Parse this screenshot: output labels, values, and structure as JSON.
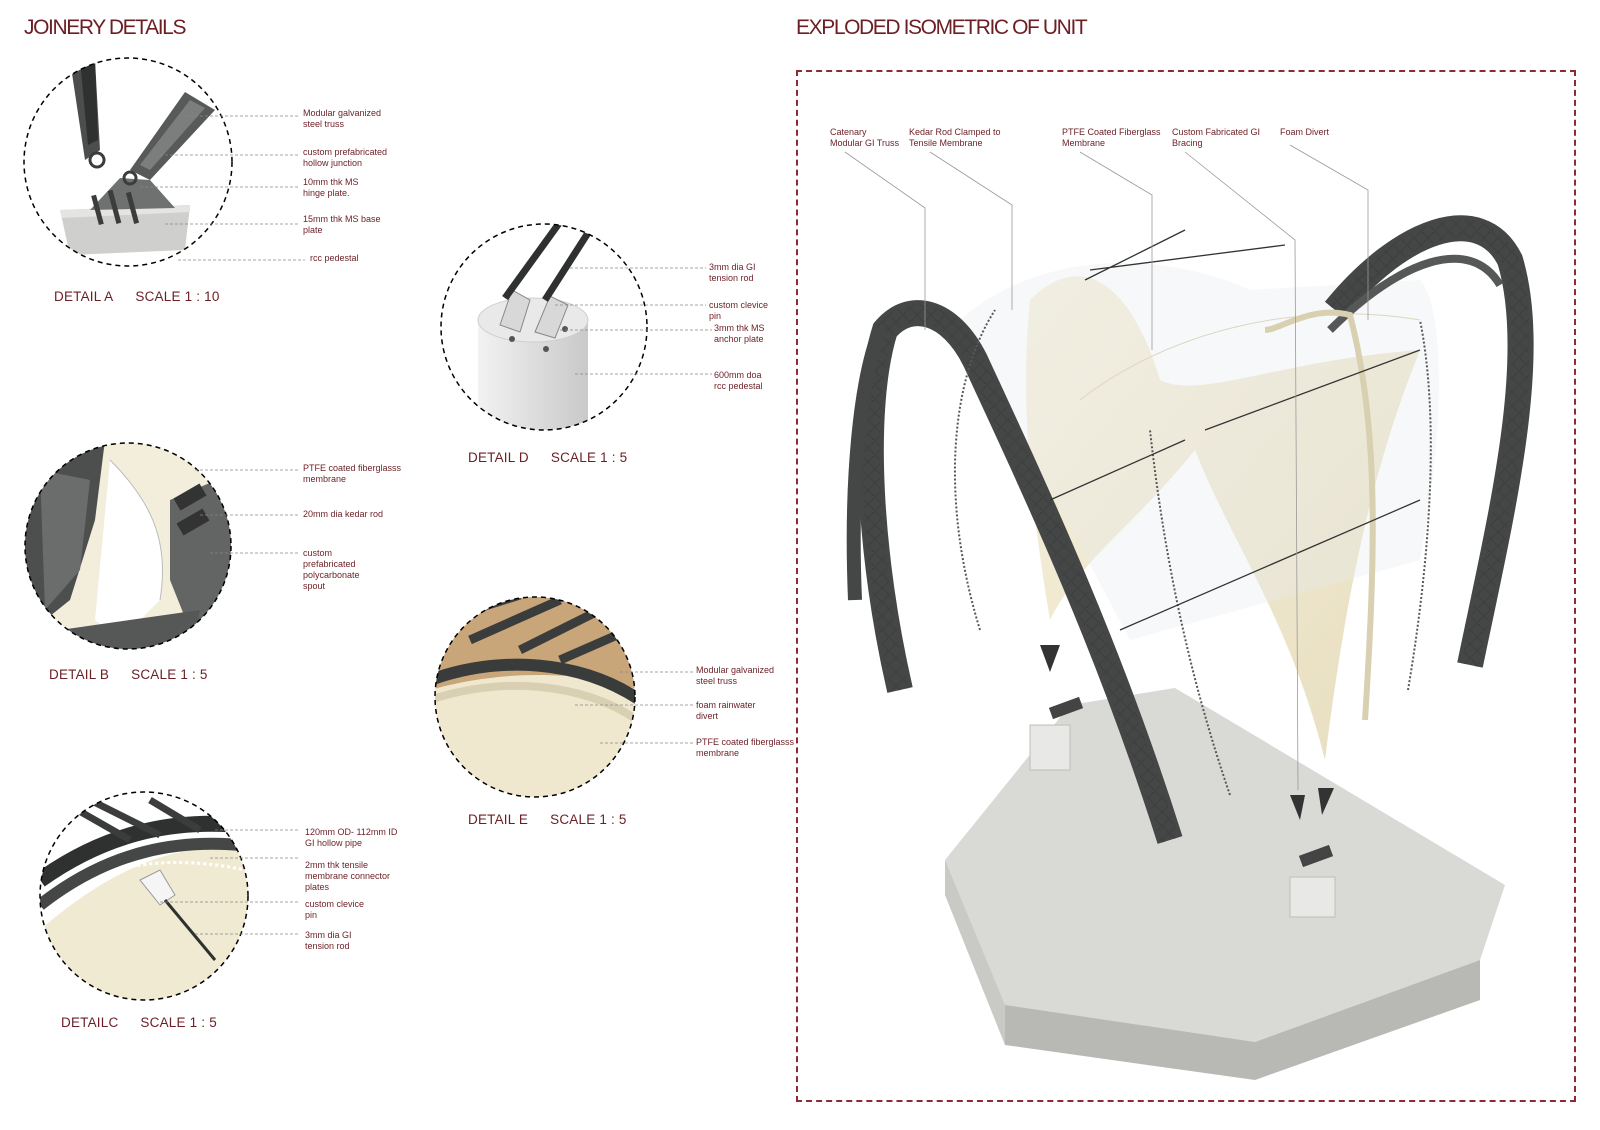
{
  "sheet": {
    "left_title": "JOINERY DETAILS",
    "right_title": "EXPLODED ISOMETRIC OF UNIT"
  },
  "details": [
    {
      "id": "A",
      "name": "DETAIL A",
      "scale": "SCALE 1 : 10",
      "labels": [
        "Modular galvanized\nsteel truss",
        "custom prefabricated\nhollow junction",
        "10mm thk MS\nhinge plate.",
        "15mm thk MS base\nplate",
        "rcc pedestal"
      ]
    },
    {
      "id": "B",
      "name": "DETAIL B",
      "scale": "SCALE 1 : 5",
      "labels": [
        "PTFE coated fiberglasss\nmembrane",
        "20mm dia kedar rod",
        "custom\nprefabricated\npolycarbonate\nspout"
      ]
    },
    {
      "id": "C",
      "name": "DETAILC",
      "scale": "SCALE 1 : 5",
      "labels": [
        "120mm OD- 112mm ID\nGI hollow pipe",
        "2mm thk tensile\nmembrane connector\nplates",
        "custom clevice\npin",
        "3mm dia GI\ntension rod"
      ]
    },
    {
      "id": "D",
      "name": "DETAIL D",
      "scale": "SCALE 1 : 5",
      "labels": [
        "3mm dia GI\ntension rod",
        "custom clevice\npin",
        "3mm thk MS\nanchor plate",
        "600mm doa\nrcc pedestal"
      ]
    },
    {
      "id": "E",
      "name": "DETAIL E",
      "scale": "SCALE 1 : 5",
      "labels": [
        "Modular galvanized\nsteel truss",
        "foam rainwater\ndivert",
        "PTFE coated fiberglasss\nmembrane"
      ]
    }
  ],
  "isometric": {
    "labels": [
      "Catenary\nModular GI Truss",
      "Kedar Rod Clamped to\nTensile Membrane",
      "PTFE Coated Fiberglass\nMembrane",
      "Custom Fabricated GI\nBracing",
      "Foam Divert"
    ]
  },
  "colors": {
    "accent": "#6b1e24",
    "dash": "#8d2a32",
    "membrane": "#efe7cf",
    "steel": "#4a4d4c",
    "base": "#dcdcd8"
  }
}
